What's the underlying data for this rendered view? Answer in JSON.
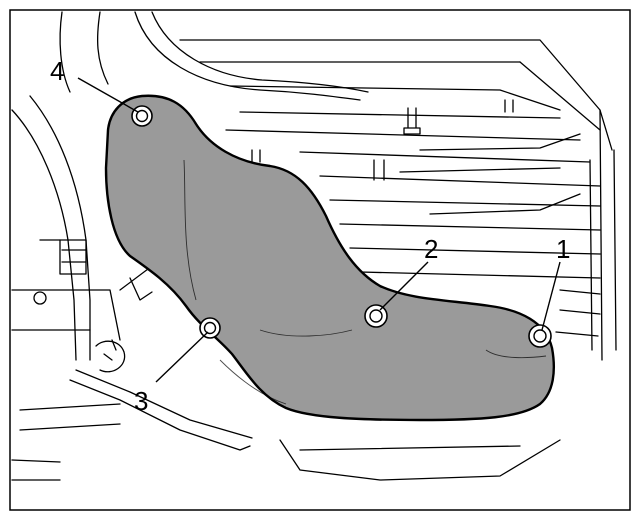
{
  "colors": {
    "background": "#ffffff",
    "ink": "#000000",
    "shield_fill": "#9a9a9a",
    "frame": "#000000"
  },
  "callouts": {
    "c1": "1",
    "c2": "2",
    "c3": "3",
    "c4": "4"
  }
}
